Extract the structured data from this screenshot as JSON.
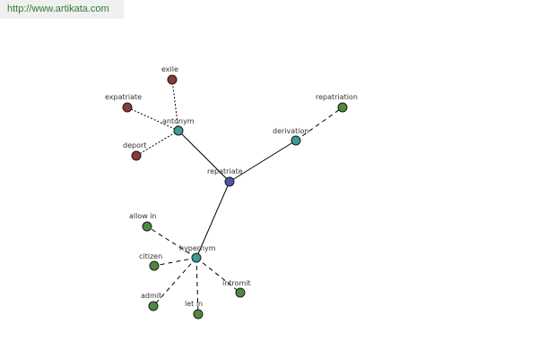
{
  "source_url": "http://www.artikata.com",
  "colors": {
    "center": "#4a55a8",
    "relation": "#3d9a96",
    "antonym_leaf": "#8b3a3a",
    "other_leaf": "#4e8a3e",
    "url_text": "#2e7d32"
  },
  "nodes": [
    {
      "id": "repatriate",
      "label": "repatriate",
      "kind": "center"
    },
    {
      "id": "antonym",
      "label": "antonym",
      "kind": "relation"
    },
    {
      "id": "derivation",
      "label": "derivation",
      "kind": "relation"
    },
    {
      "id": "hypernym",
      "label": "hypernym",
      "kind": "relation"
    },
    {
      "id": "exile",
      "label": "exile",
      "kind": "antonym_leaf"
    },
    {
      "id": "expatriate",
      "label": "expatriate",
      "kind": "antonym_leaf"
    },
    {
      "id": "deport",
      "label": "deport",
      "kind": "antonym_leaf"
    },
    {
      "id": "repatriation",
      "label": "repatriation",
      "kind": "other_leaf"
    },
    {
      "id": "allow-in",
      "label": "allow in",
      "kind": "other_leaf"
    },
    {
      "id": "citizen",
      "label": "citizen",
      "kind": "other_leaf"
    },
    {
      "id": "admit",
      "label": "admit",
      "kind": "other_leaf"
    },
    {
      "id": "let-in",
      "label": "let in",
      "kind": "other_leaf"
    },
    {
      "id": "intromit",
      "label": "intromit",
      "kind": "other_leaf"
    }
  ],
  "edges": [
    {
      "from": "repatriate",
      "to": "antonym",
      "style": "solid"
    },
    {
      "from": "repatriate",
      "to": "derivation",
      "style": "solid"
    },
    {
      "from": "repatriate",
      "to": "hypernym",
      "style": "solid"
    },
    {
      "from": "antonym",
      "to": "exile",
      "style": "dotted"
    },
    {
      "from": "antonym",
      "to": "expatriate",
      "style": "dotted"
    },
    {
      "from": "antonym",
      "to": "deport",
      "style": "dotted"
    },
    {
      "from": "derivation",
      "to": "repatriation",
      "style": "dashed"
    },
    {
      "from": "hypernym",
      "to": "allow-in",
      "style": "dashed"
    },
    {
      "from": "hypernym",
      "to": "citizen",
      "style": "dashed"
    },
    {
      "from": "hypernym",
      "to": "admit",
      "style": "dashed"
    },
    {
      "from": "hypernym",
      "to": "let-in",
      "style": "dashed"
    },
    {
      "from": "hypernym",
      "to": "intromit",
      "style": "dashed"
    }
  ]
}
